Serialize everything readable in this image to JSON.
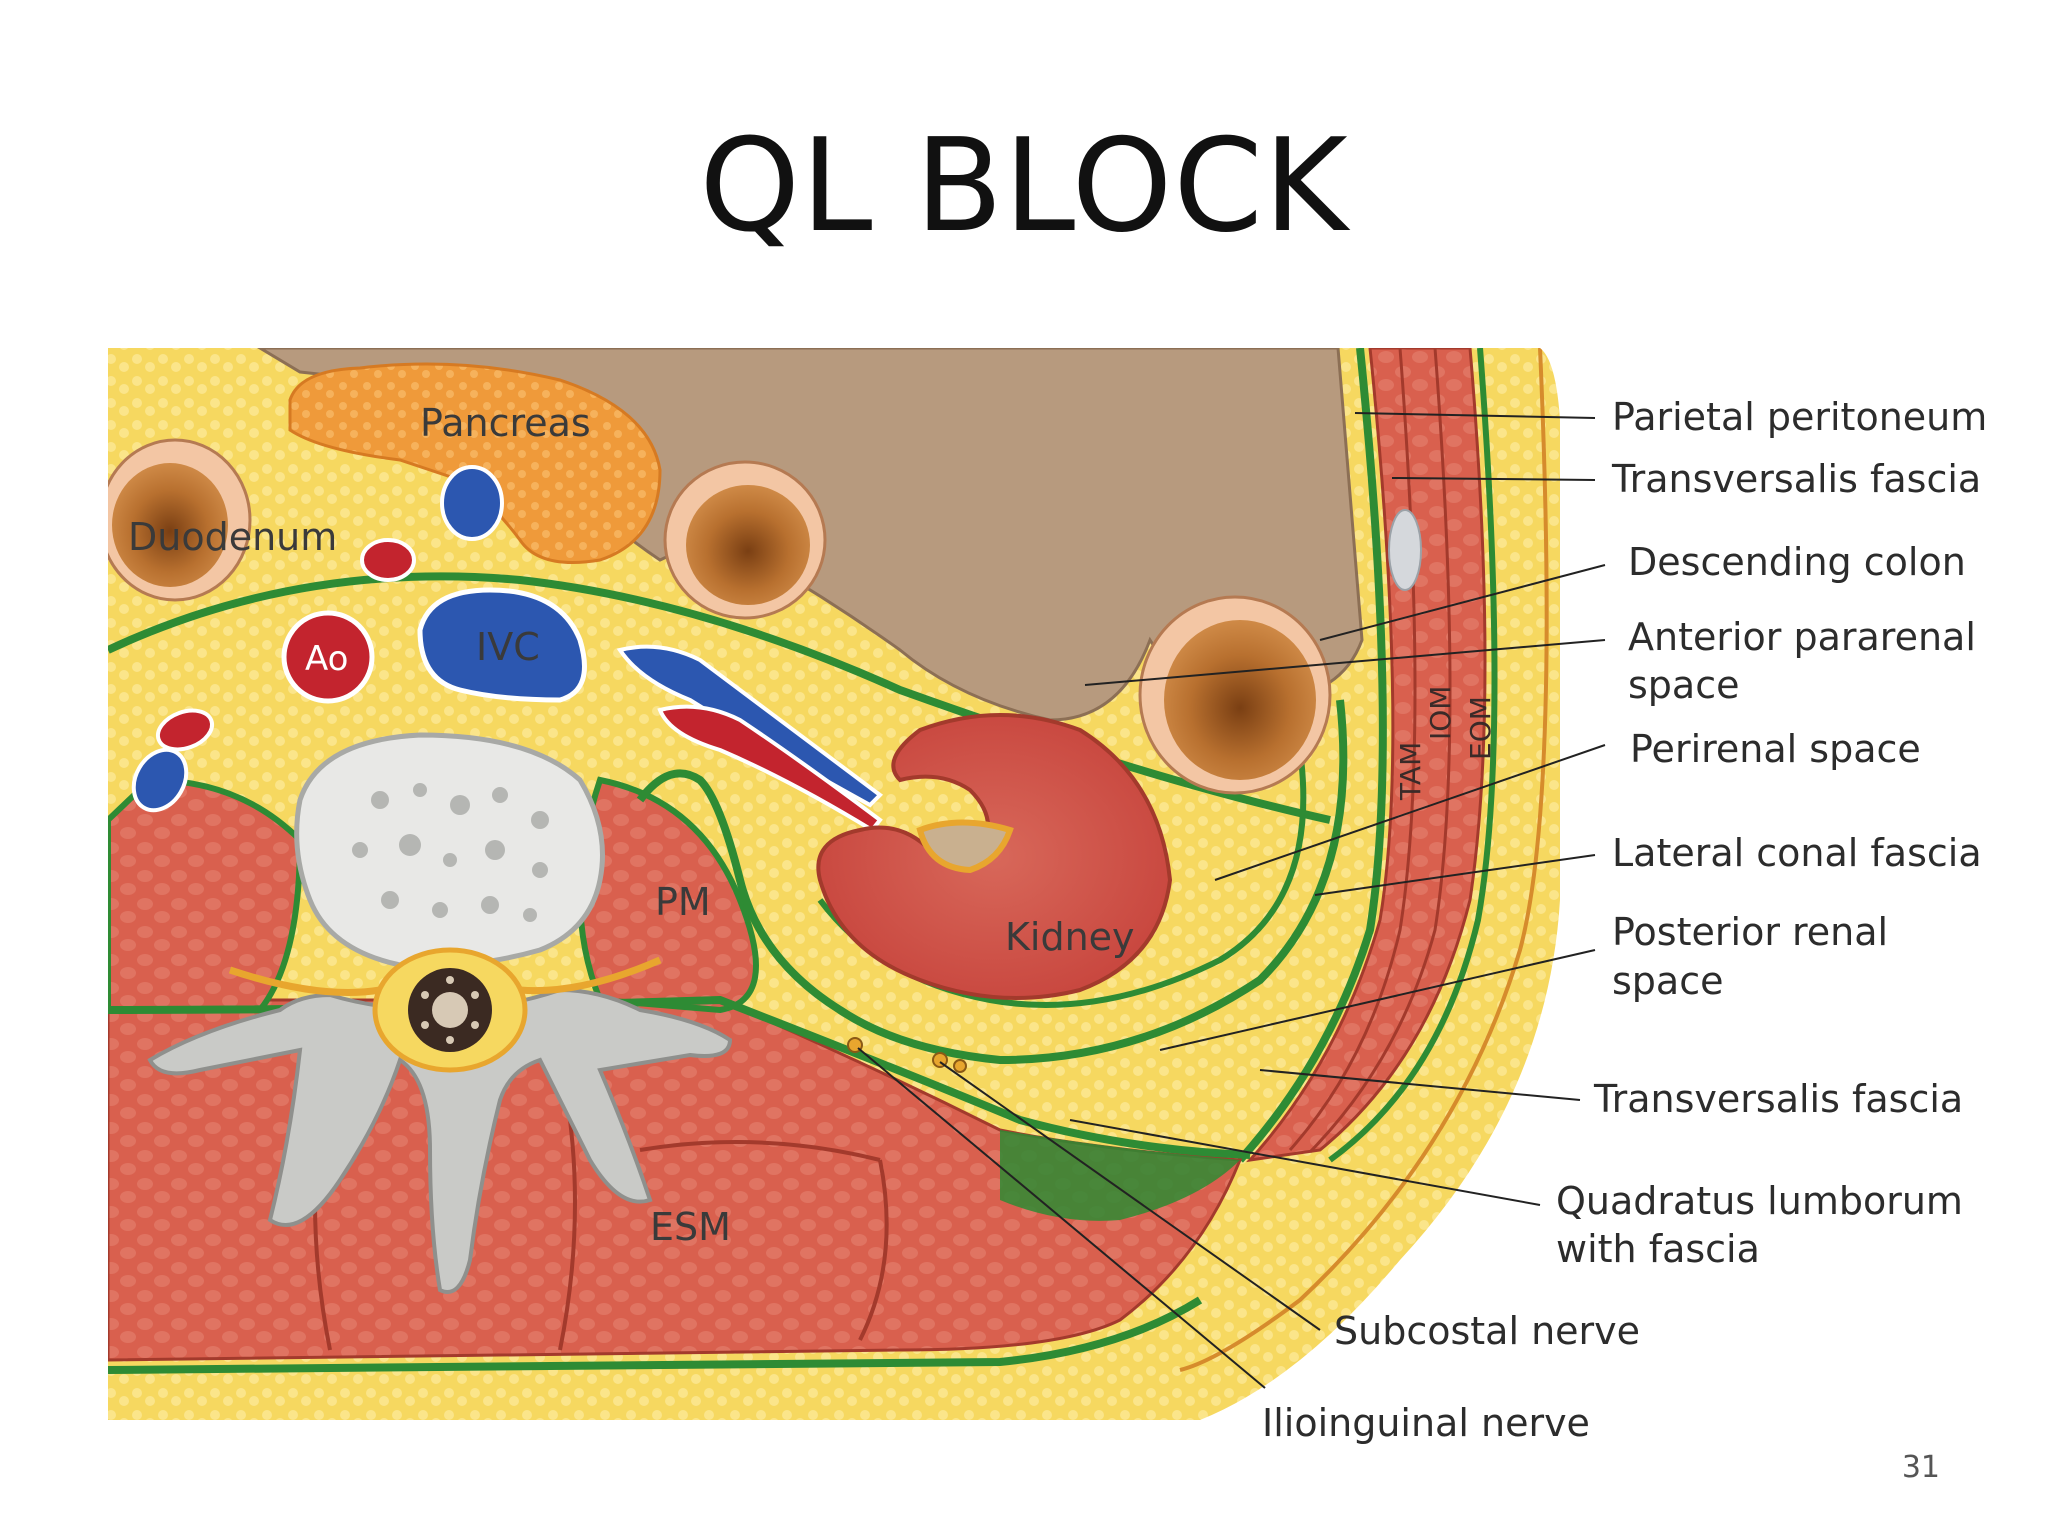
{
  "slide": {
    "title": "QL BLOCK",
    "number": "31"
  },
  "diagram": {
    "structures": {
      "pancreas": "Pancreas",
      "duodenum": "Duodenum",
      "aorta": "Ao",
      "ivc": "IVC",
      "psoas": "PM",
      "kidney": "Kidney",
      "erector": "ESM",
      "tam": "TAM",
      "iom": "IOM",
      "eom": "EOM"
    },
    "callouts": {
      "parietal_peritoneum": "Parietal peritoneum",
      "transversalis_fascia_top": "Transversalis fascia",
      "descending_colon": "Descending colon",
      "anterior_pararenal_1": "Anterior pararenal",
      "anterior_pararenal_2": "space",
      "perirenal_space": "Perirenal space",
      "lateral_conal_fascia": "Lateral conal fascia",
      "posterior_renal_1": "Posterior renal",
      "posterior_renal_2": "space",
      "transversalis_fascia_bottom": "Transversalis fascia",
      "quadratus_1": "Quadratus lumborum",
      "quadratus_2": "with fascia",
      "subcostal_nerve": "Subcostal nerve",
      "ilioinguinal_nerve": "Ilioinguinal nerve"
    },
    "colors": {
      "fat": "#f6d860",
      "muscle": "#d9604e",
      "fascia": "#2e8b34",
      "vein": "#2c57b0",
      "artery": "#c3242e",
      "bowel_content": "#b26a2c",
      "peritoneal_cavity": "#b79a7e",
      "pancreas": "#ef9a3a",
      "bone": "#c9cac7"
    }
  }
}
